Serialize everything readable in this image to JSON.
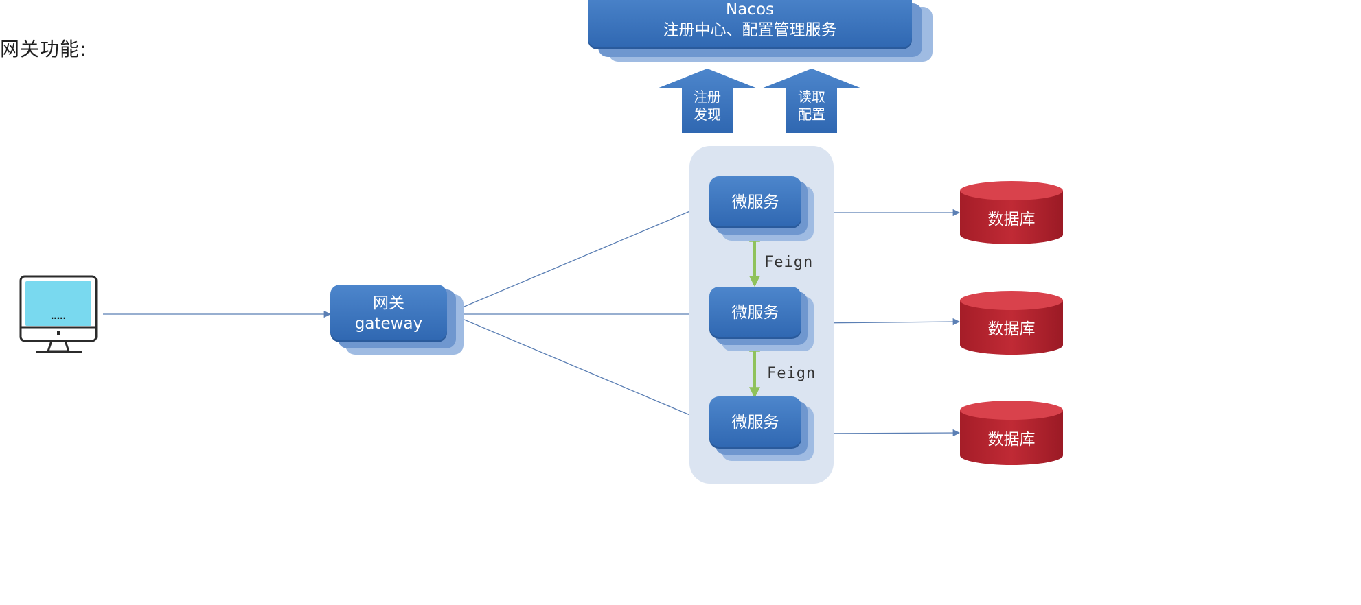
{
  "page": {
    "title": "网关功能:"
  },
  "nacos": {
    "line1": "Nacos",
    "line2": "注册中心、配置管理服务"
  },
  "upward_arrows": {
    "register": {
      "line1": "注册",
      "line2": "发现"
    },
    "config": {
      "line1": "读取",
      "line2": "配置"
    }
  },
  "client": {
    "screen_text": "....."
  },
  "gateway": {
    "line1": "网关",
    "line2": "gateway"
  },
  "microservices": [
    {
      "label": "微服务"
    },
    {
      "label": "微服务"
    },
    {
      "label": "微服务"
    }
  ],
  "feign_links": [
    {
      "label": "Feign"
    },
    {
      "label": "Feign"
    }
  ],
  "databases": [
    {
      "label": "数据库"
    },
    {
      "label": "数据库"
    },
    {
      "label": "数据库"
    }
  ],
  "colors": {
    "box_blue": "#2f67b1",
    "box_blue_light": "#4d86cc",
    "cluster_bg": "#dbe4f1",
    "feign_green": "#8fc25b",
    "db_red": "#b4212d",
    "db_top": "#d9424c",
    "connector": "#5b7fb4",
    "monitor_screen": "#79d9ef"
  }
}
